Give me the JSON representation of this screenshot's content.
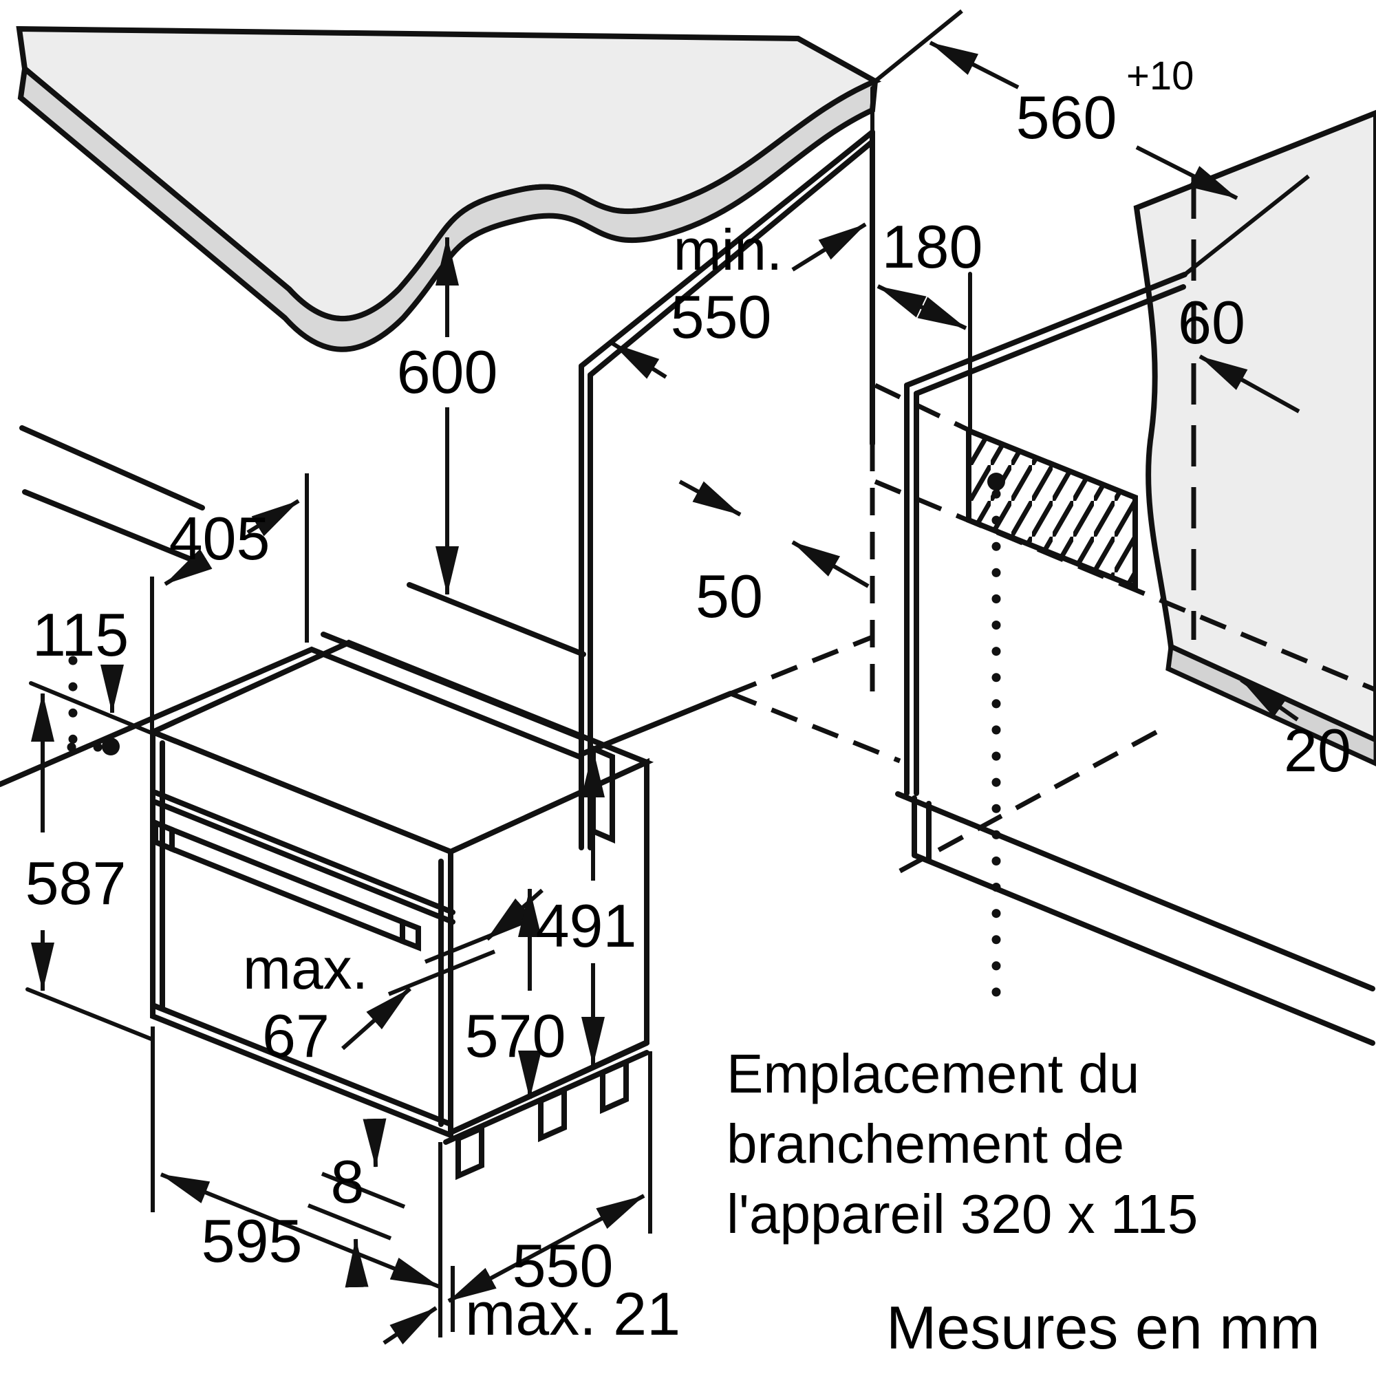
{
  "dimensions": {
    "niche_width": "560",
    "niche_width_tolerance": "+10",
    "worktop_height": "600",
    "niche_depth_prefix": "min.",
    "niche_depth": "550",
    "connection_offset_horizontal": "180",
    "connection_offset_side": "60",
    "base_setback": "50",
    "rear_gap": "20",
    "top_depth_to_connection": "405",
    "side_offset_to_connection": "115",
    "oven_front_height": "587",
    "handle_depth_prefix": "max.",
    "handle_depth": "67",
    "oven_body_height": "570",
    "oven_rear_height": "491",
    "oven_width": "595",
    "door_gap": "8",
    "oven_body_depth": "550",
    "plinth_recess": "max. 21"
  },
  "notes": {
    "connection_location_line1": "Emplacement du",
    "connection_location_line2": "branchement de",
    "connection_location_line3": "l'appareil 320 x 115",
    "units_note": "Mesures en mm"
  },
  "colors": {
    "line": "#111111",
    "worktop_fill": "#ededed",
    "worktop_edge_fill": "#d8d8d8",
    "panel_fill": "#ededed",
    "panel_edge_fill": "#d3d3d3"
  }
}
